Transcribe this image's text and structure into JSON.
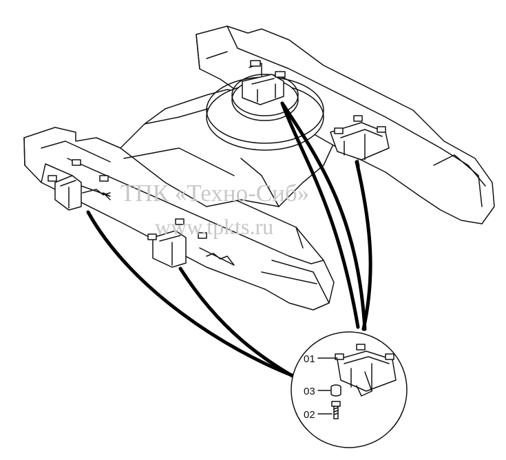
{
  "watermark": {
    "line1": "ТПК «Техно-Сиб»",
    "line2": "www.tpkts.ru"
  },
  "callouts": [
    {
      "code": "01"
    },
    {
      "code": "03"
    },
    {
      "code": "02"
    }
  ]
}
